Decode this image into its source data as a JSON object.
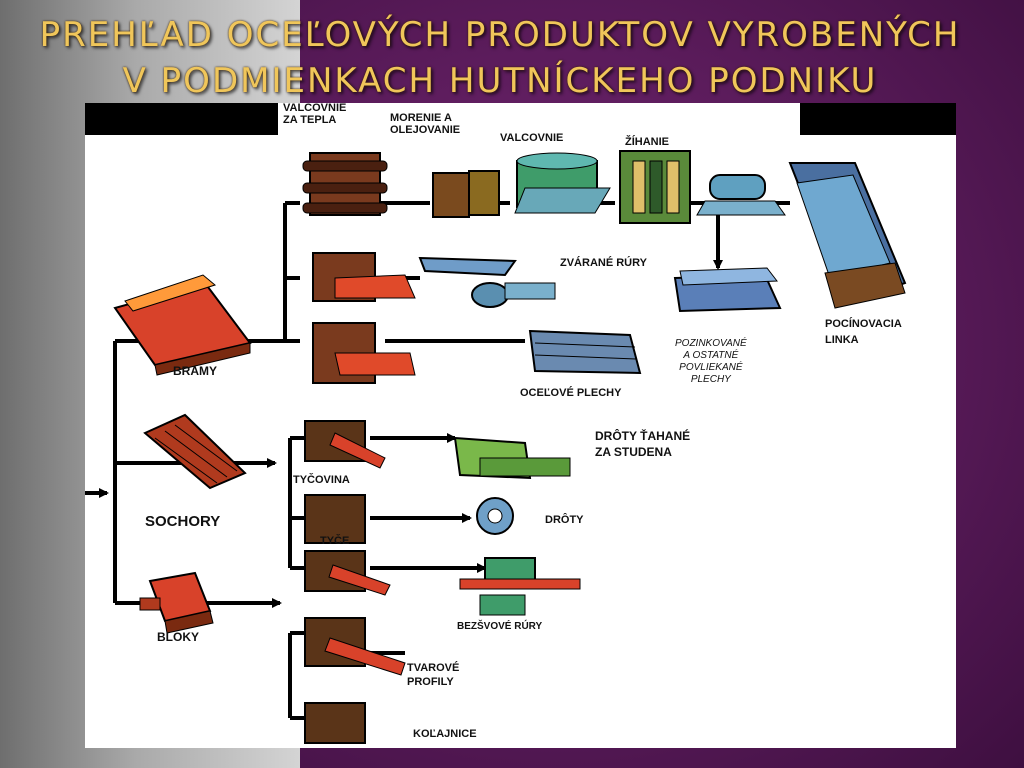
{
  "title": {
    "line1": "Prehľad oceľových produktov vyrobených",
    "line2": "v podmienkach hutníckeho podniku"
  },
  "colors": {
    "accent": "#f0c65a",
    "background_right": "#5e1d5e",
    "background_left": "#a9a9a9"
  },
  "diagram": {
    "labels": {
      "valcovnie_za_tepla": "VALCOVNIE\nZA TEPLA",
      "morenie": "MORENIE A\nOLEJOVANIE",
      "valcovnie": "VALCOVNIE",
      "zihanie": "ŽÍHANIE",
      "zvarane_rury": "ZVÁRANÉ RÚRY",
      "pocinovacia_linka": "POCÍNOVACIA\nLINKA",
      "pozinkovane": "POZINKOVANÉ\nA OSTATNÉ\nPOVLIEKANÉ\nPLECHY",
      "ocelove_plechy": "OCEĽOVÉ PLECHY",
      "bramy": "BRAMY",
      "droty_tahane": "DRÔTY ŤAHANÉ\nZA STUDENA",
      "tycovina": "TYČOVINA",
      "sochory": "SOCHORY",
      "droty": "DRÔTY",
      "tyce": "TYČE",
      "bezsvove_rury": "BEZŠVOVÉ RÚRY",
      "bloky": "BLOKY",
      "tvarove_profily": "TVAROVÉ\nPROFILY",
      "kolajnice": "KOĽAJNICE"
    }
  }
}
